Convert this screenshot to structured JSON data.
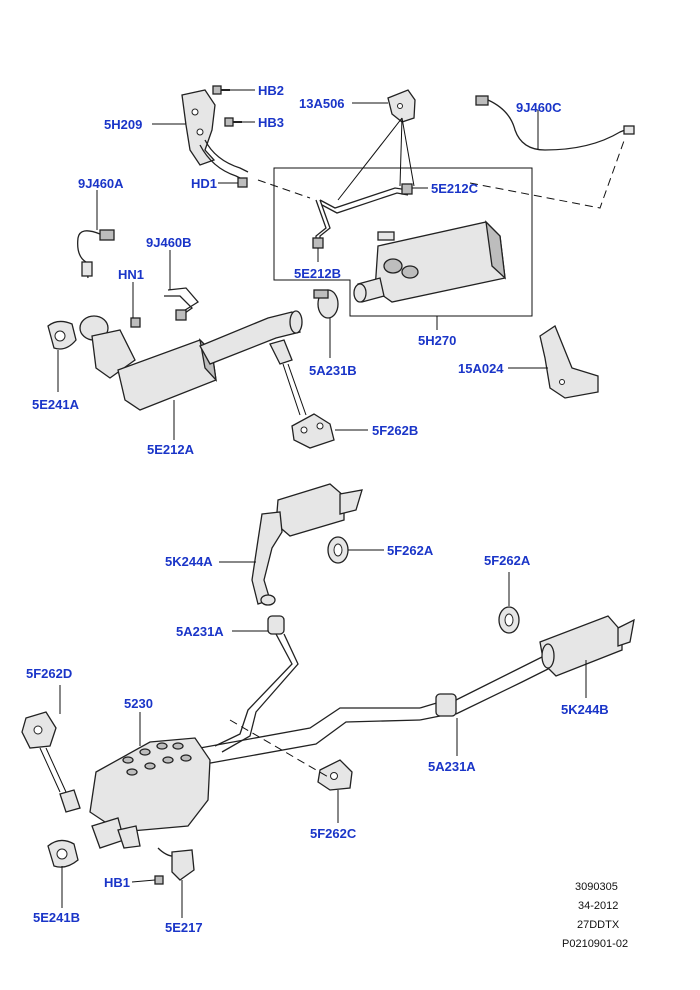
{
  "callouts": {
    "hb2": "HB2",
    "hb3": "HB3",
    "h5209": "5H209",
    "a13506": "13A506",
    "j9460c": "9J460C",
    "hd1": "HD1",
    "e5212c": "5E212C",
    "j9460a": "9J460A",
    "j9460b": "9J460B",
    "e5212b": "5E212B",
    "hn1": "HN1",
    "h5270": "5H270",
    "e5241a_top": "5E241A",
    "a5231b": "5A231B",
    "a15024": "15A024",
    "e5212a": "5E212A",
    "b5262b": "5F262B",
    "k5244a": "5K244A",
    "f5262a_left": "5F262A",
    "f5262a_right": "5F262A",
    "a5231a_left": "5A231A",
    "f5262d": "5F262D",
    "p5230": "5230",
    "k5244b": "5K244B",
    "a5231a_right": "5A231A",
    "f5262c": "5F262C",
    "hb1": "HB1",
    "e5241b": "5E241B",
    "e5217": "5E217"
  },
  "footer": {
    "code1": "3090305",
    "code2": "34-2012",
    "code3": "27DDTX",
    "code4": "P0210901-02"
  },
  "colors": {
    "label": "#1a35c8",
    "line": "#111111",
    "part_fill": "#e6e6e6",
    "part_shade": "#bdbdbd"
  }
}
